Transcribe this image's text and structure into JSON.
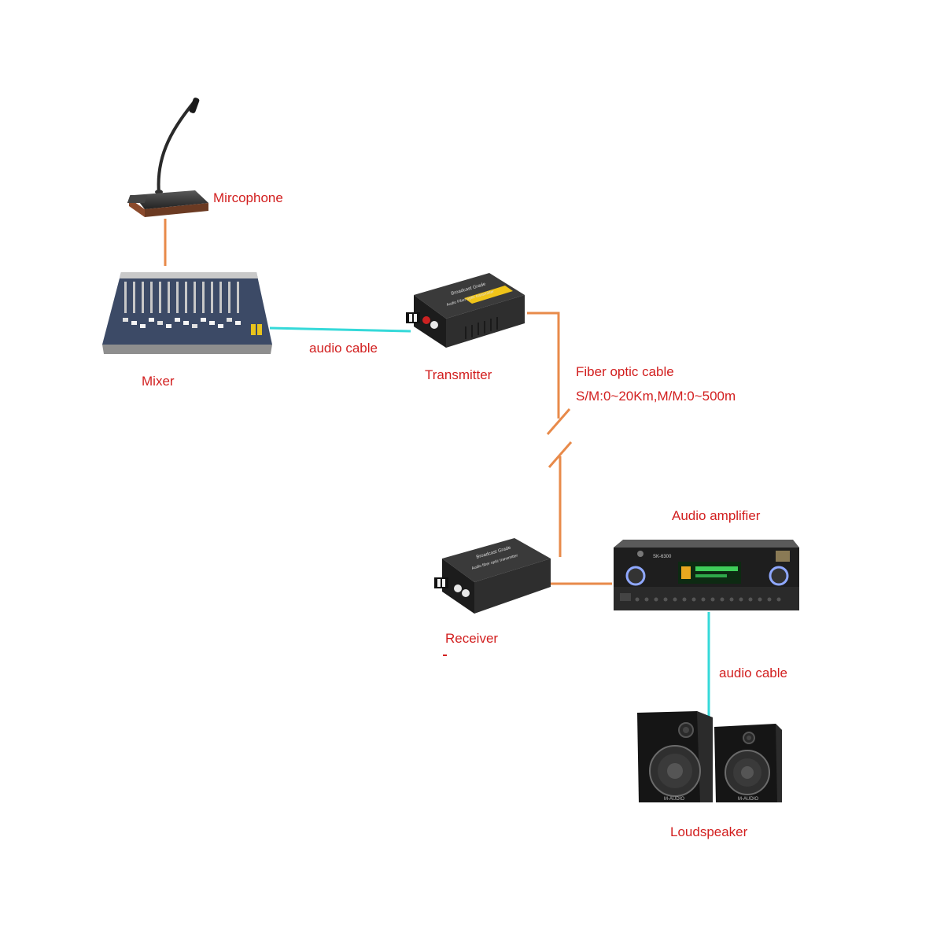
{
  "labels": {
    "microphone": "Mircophone",
    "mixer": "Mixer",
    "audio_cable_1": "audio cable",
    "transmitter": "Transmitter",
    "fiber": "Fiber optic cable",
    "fiber_spec": "S/M:0~20Km,M/M:0~500m",
    "audio_amplifier": "Audio amplifier",
    "receiver": "Receiver",
    "audio_cable_2": "audio cable",
    "loudspeaker": "Loudspeaker"
  },
  "device_text": {
    "transmitter_line1": "Broadcast Grade",
    "transmitter_line2": "Audio Fiber optic transmitter",
    "receiver_line1": "Broadcast Grade",
    "receiver_line2": "Audio fiber optic transmitter",
    "amp_model": "SK-6300",
    "speaker_brand": "M-AUDIO"
  },
  "colors": {
    "label": "#d21f1f",
    "orange_cable": "#e88a4a",
    "cyan_cable": "#35d9d9",
    "device_body": "#2b2b2b"
  }
}
